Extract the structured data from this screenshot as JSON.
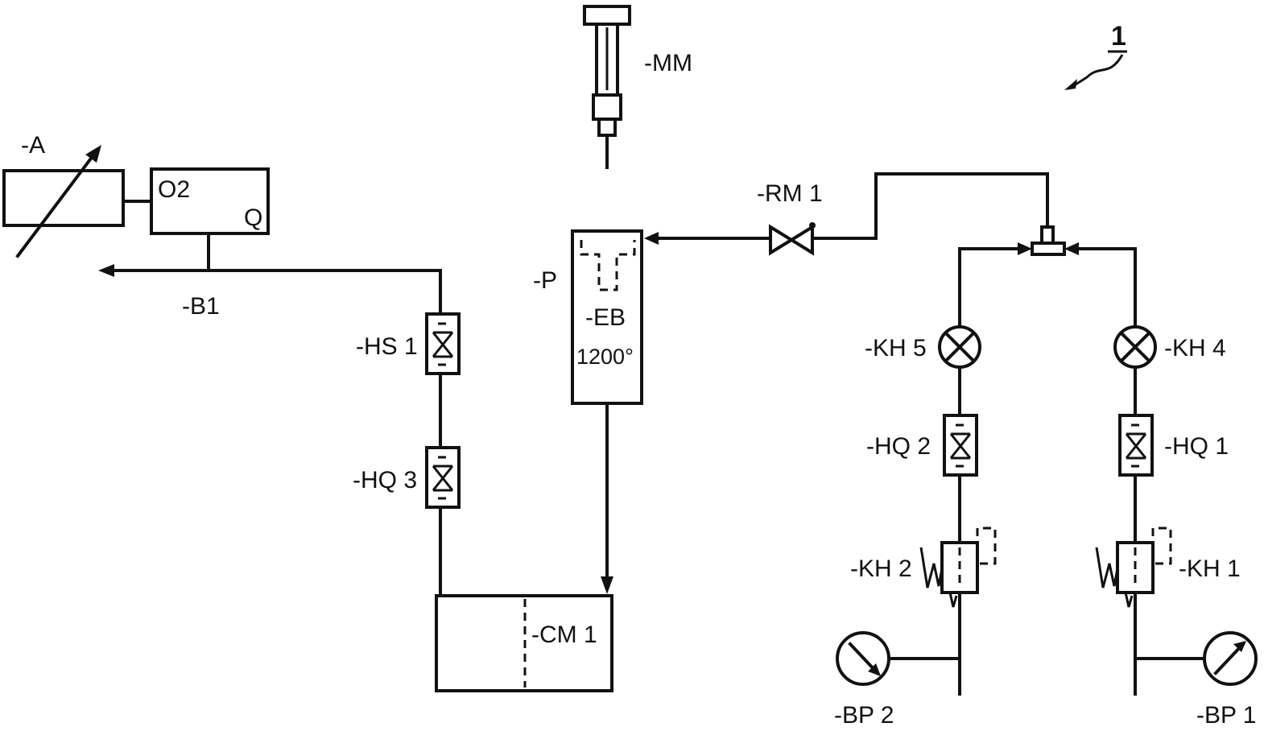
{
  "reference_numeral": "1",
  "components": {
    "analyzer": {
      "label": "-A"
    },
    "o2_sensor": {
      "label_o2": "O2",
      "label_q": "Q"
    },
    "branch_b1": {
      "label": "-B1"
    },
    "measuring_mm": {
      "label": "-MM"
    },
    "pyrolysis": {
      "label_p": "-P",
      "label_eb": "-EB",
      "temperature": "1200°"
    },
    "valve_rm1": {
      "label": "-RM 1"
    },
    "filter_hs1": {
      "label": "-HS 1"
    },
    "filter_hq3": {
      "label": "-HQ 3"
    },
    "module_cm1": {
      "label": "-CM 1"
    },
    "valve_kh5": {
      "label": "-KH 5"
    },
    "valve_kh4": {
      "label": "-KH 4"
    },
    "filter_hq2": {
      "label": "-HQ 2"
    },
    "filter_hq1": {
      "label": "-HQ 1"
    },
    "reducer_kh2": {
      "label": "-KH 2"
    },
    "reducer_kh1": {
      "label": "-KH 1"
    },
    "gauge_bp2": {
      "label": "-BP 2"
    },
    "gauge_bp1": {
      "label": "-BP 1"
    }
  }
}
